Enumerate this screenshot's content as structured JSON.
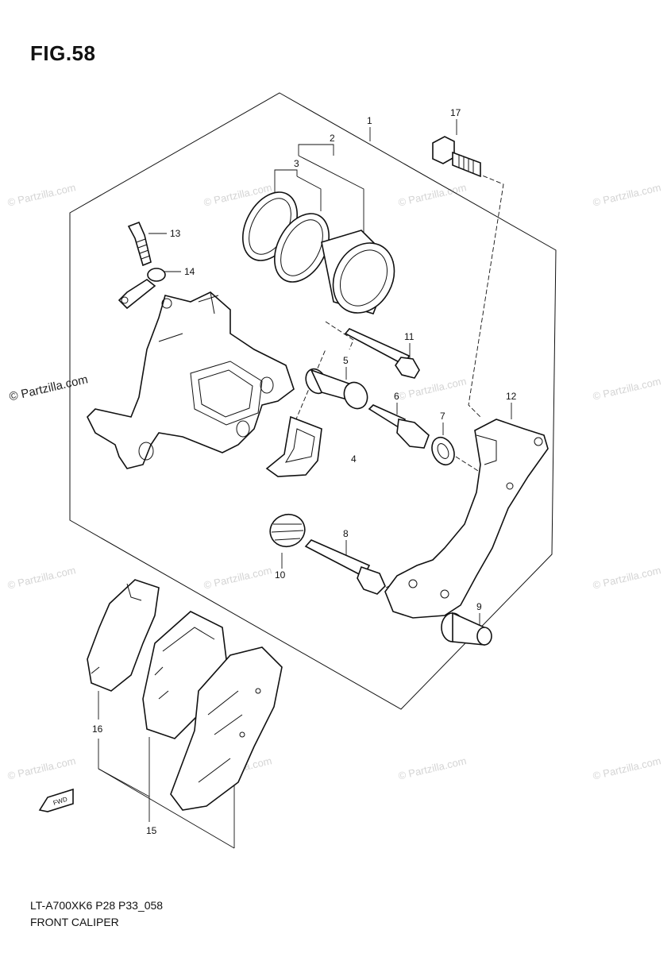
{
  "figure": {
    "title": "FIG.58",
    "code": "LT-A700XK6 P28 P33_058",
    "name": "FRONT CALIPER"
  },
  "watermark": {
    "text": "© Partzilla.com"
  },
  "fwd_arrow": {
    "label": "FWD"
  },
  "callouts": [
    "1",
    "2",
    "3",
    "4",
    "5",
    "6",
    "7",
    "8",
    "9",
    "10",
    "11",
    "12",
    "13",
    "14",
    "15",
    "16",
    "17"
  ]
}
